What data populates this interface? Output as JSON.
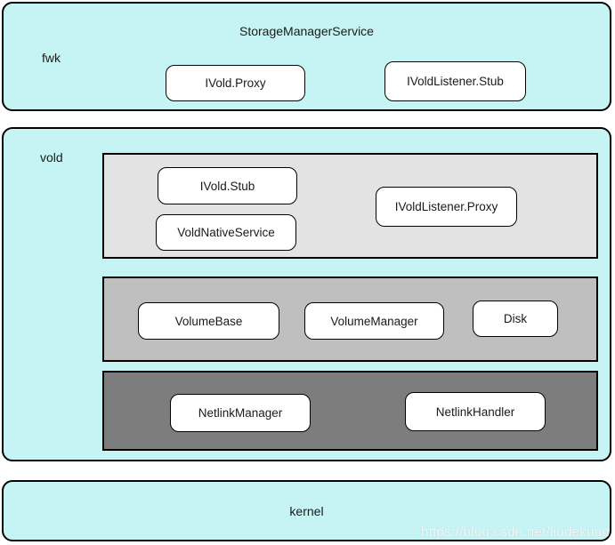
{
  "diagram": {
    "title": "StorageManagerService",
    "layers": {
      "fwk": {
        "label": "fwk",
        "boxes": {
          "ivold_proxy": "IVold.Proxy",
          "ivoldlistener_stub": "IVoldListener.Stub"
        }
      },
      "vold": {
        "label": "vold",
        "binder_group": {
          "ivold_stub": "IVold.Stub",
          "ivoldlistener_proxy": "IVoldListener.Proxy",
          "vold_native_service": "VoldNativeService"
        },
        "volume_group": {
          "volume_base": "VolumeBase",
          "volume_manager": "VolumeManager",
          "disk": "Disk"
        },
        "netlink_group": {
          "netlink_manager": "NetlinkManager",
          "netlink_handler": "NetlinkHandler"
        }
      },
      "kernel": {
        "label": "kernel"
      }
    },
    "watermark": "https://blog.csdn.net/liudekuan",
    "colors": {
      "layer_bg": "#c6f4f4",
      "group_light": "#e3e3e3",
      "group_medium": "#bfbfbf",
      "group_dark": "#7d7d7d",
      "box_bg": "#ffffff",
      "border": "#000000",
      "watermark": "rgba(255,255,255,0.85)"
    }
  }
}
